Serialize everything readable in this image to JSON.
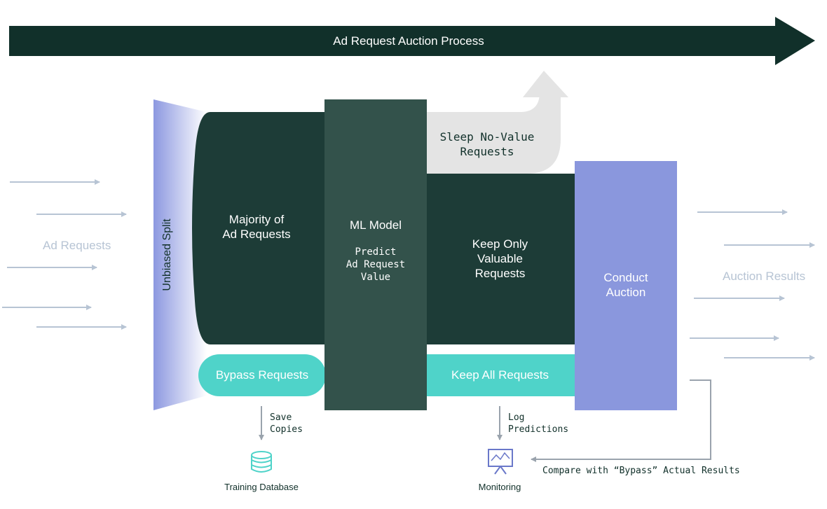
{
  "header": {
    "title": "Ad Request Auction Process"
  },
  "inputs": {
    "label": "Ad Requests"
  },
  "split": {
    "label": "Unbiased Split"
  },
  "majority": {
    "label_line1": "Majority of",
    "label_line2": "Ad Requests"
  },
  "bypass": {
    "label": "Bypass Requests"
  },
  "model": {
    "title": "ML Model",
    "sub_line1": "Predict",
    "sub_line2": "Ad Request",
    "sub_line3": "Value"
  },
  "sleep": {
    "line1": "Sleep No-Value",
    "line2": "Requests"
  },
  "keep_valuable": {
    "line1": "Keep Only",
    "line2": "Valuable",
    "line3": "Requests"
  },
  "keep_all": {
    "label": "Keep All Requests"
  },
  "auction": {
    "line1": "Conduct",
    "line2": "Auction"
  },
  "outputs": {
    "label": "Auction Results"
  },
  "save": {
    "line1": "Save",
    "line2": "Copies"
  },
  "log": {
    "line1": "Log",
    "line2": "Predictions"
  },
  "training_db": {
    "label": "Training Database"
  },
  "monitoring": {
    "label": "Monitoring"
  },
  "compare": {
    "label": "Compare with “Bypass” Actual Results"
  },
  "colors": {
    "dark_green": "#11302a",
    "band_green": "#1d3c37",
    "model_green": "#33524b",
    "teal": "#4fd3c9",
    "auction_purple": "#8a97dd",
    "light_arrow": "#b7c4d4",
    "sleep_gray": "#e4e4e4"
  }
}
